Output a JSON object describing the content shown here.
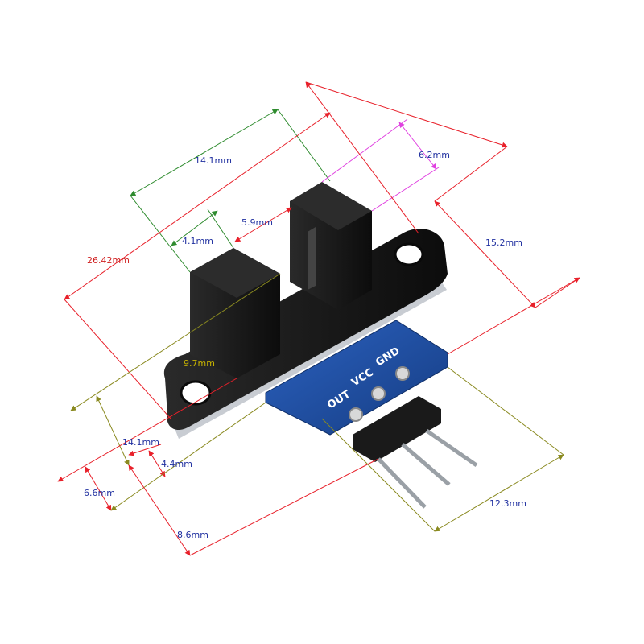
{
  "colors": {
    "red": "#e8202a",
    "green": "#2e8b2e",
    "magenta": "#e040e0",
    "olive": "#8a8a20",
    "label_red": "#d02020",
    "label_blue": "#2030a0",
    "label_yellow": "#c8b400",
    "pcb_blue": "#1f4fa0",
    "sensor_black": "#141414"
  },
  "board": {
    "pins": [
      "OUT",
      "VCC",
      "GND"
    ]
  },
  "dimensions": {
    "d_14_1_top": "14.1mm",
    "d_6_2": "6.2mm",
    "d_5_9": "5.9mm",
    "d_4_1": "4.1mm",
    "d_26_42": "26.42mm",
    "d_15_2": "15.2mm",
    "d_9_7": "9.7mm",
    "d_14_1_bottom": "14.1mm",
    "d_4_4": "4.4mm",
    "d_6_6": "6.6mm",
    "d_8_6": "8.6mm",
    "d_12_3": "12.3mm"
  }
}
